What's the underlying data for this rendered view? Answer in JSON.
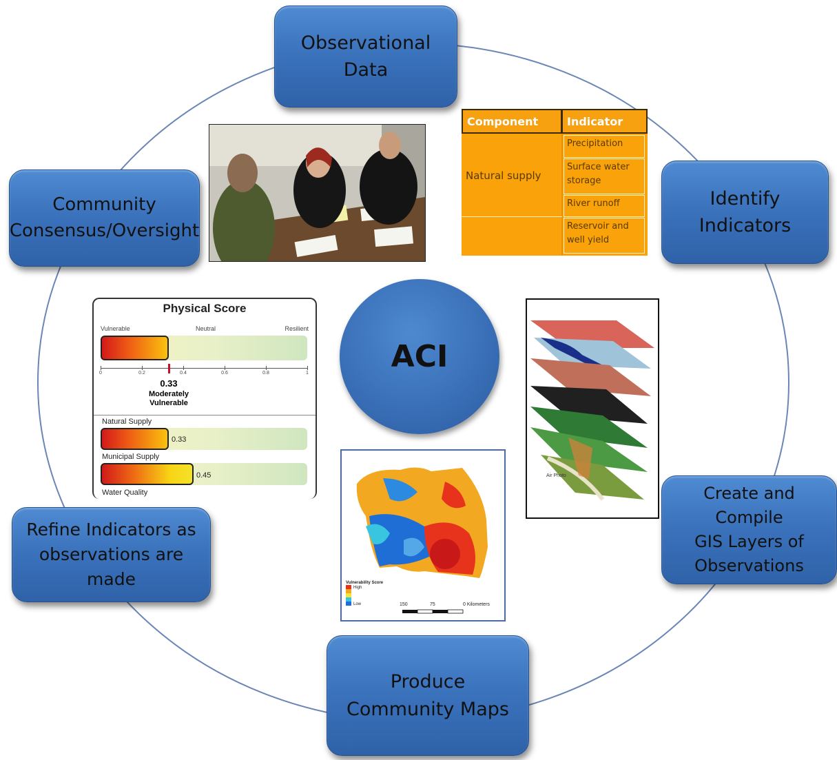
{
  "center": {
    "label": "ACI"
  },
  "nodes": {
    "observational": "Observational\nData",
    "identify": "Identify\nIndicators",
    "gis": "Create and Compile\nGIS Layers of\nObservations",
    "maps": "Produce\nCommunity  Maps",
    "refine": "Refine Indicators as\nobservations are\nmade",
    "community": "Community\nConsensus/Oversight"
  },
  "indicator_table": {
    "headers": [
      "Component",
      "Indicator"
    ],
    "component": "Natural supply",
    "indicators": [
      "Precipitation",
      "Surface water storage",
      "River runoff",
      "Reservoir and well yield"
    ]
  },
  "physical_score": {
    "title": "Physical Score",
    "scale_labels": [
      "Vulnerable",
      "Neutral",
      "Resilient"
    ],
    "ticks": [
      "0",
      "0.2",
      "0.4",
      "0.6",
      "0.8",
      "1"
    ],
    "overall_value": "0.33",
    "overall_text": "Moderately Vulnerable",
    "overall_fraction": 0.33,
    "rows": [
      {
        "label": "Natural Supply",
        "value": "0.33",
        "fraction": 0.33
      },
      {
        "label": "Municipal Supply",
        "value": "0.45",
        "fraction": 0.45
      },
      {
        "label": "Water Quality"
      }
    ]
  },
  "map": {
    "legend_title": "Vulnerability Score",
    "legend_high": "High",
    "legend_low": "Low",
    "scale_labels": [
      "150",
      "75",
      "0 Kilometers"
    ]
  },
  "layers_caption": "Air Photo",
  "colors": {
    "node_blue": "#3b73bd",
    "table_orange": "#f9a20a",
    "circle_line": "#5f7fb0"
  }
}
